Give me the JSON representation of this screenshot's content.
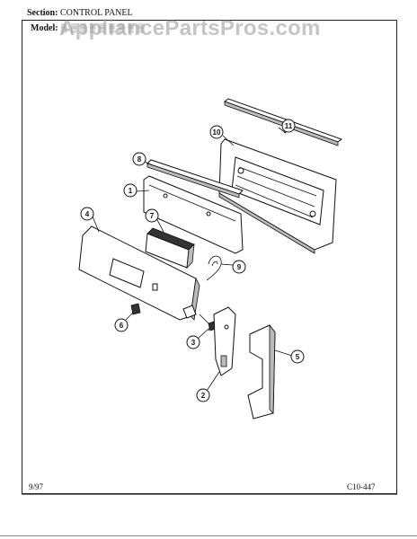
{
  "header": {
    "section_label": "Section:",
    "section_value": "CONTROL PANEL",
    "model_label": "Model:"
  },
  "watermark": "AppliancePartsPros.com",
  "footer": {
    "date": "9/97",
    "code": "C10-447"
  },
  "callouts": [
    {
      "id": "callout-1",
      "label": "1"
    },
    {
      "id": "callout-2",
      "label": "2"
    },
    {
      "id": "callout-3",
      "label": "3"
    },
    {
      "id": "callout-4",
      "label": "4"
    },
    {
      "id": "callout-5",
      "label": "5"
    },
    {
      "id": "callout-6",
      "label": "6"
    },
    {
      "id": "callout-7",
      "label": "7"
    },
    {
      "id": "callout-8",
      "label": "8"
    },
    {
      "id": "callout-9",
      "label": "9"
    },
    {
      "id": "callout-10",
      "label": "10"
    },
    {
      "id": "callout-11",
      "label": "11"
    }
  ]
}
